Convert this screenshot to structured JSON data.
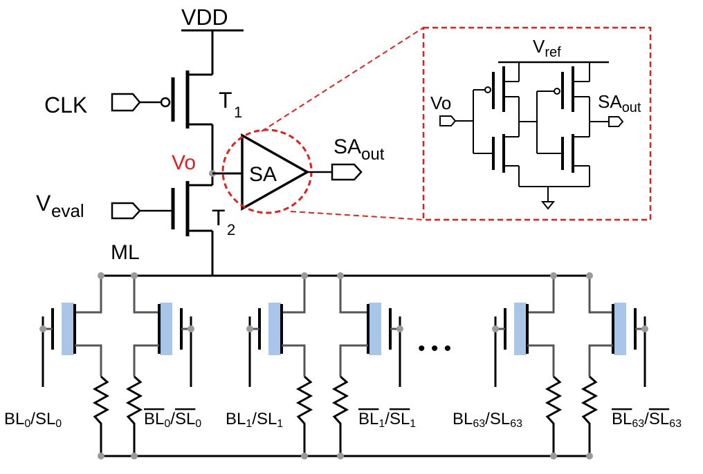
{
  "supply": {
    "vdd": "VDD"
  },
  "inputs": {
    "clk": "CLK",
    "veval": {
      "main": "V",
      "sub": "eval"
    }
  },
  "transistors": {
    "t1": {
      "main": "T",
      "sub": "1"
    },
    "t2": {
      "main": "T",
      "sub": "2"
    }
  },
  "nodes": {
    "vo": "Vo",
    "ml": "ML"
  },
  "sense_amp": {
    "label": "SA",
    "output": {
      "main": "SA",
      "sub": "out"
    }
  },
  "inset": {
    "vref": {
      "main": "V",
      "sub": "ref"
    },
    "vo": "Vo",
    "output": {
      "main": "SA",
      "sub": "out"
    }
  },
  "cells": [
    {
      "bl": "BL",
      "bl_sub": "0",
      "sl": "SL",
      "sl_sub": "0",
      "bar": false
    },
    {
      "bl": "BL",
      "bl_sub": "0",
      "sl": "SL",
      "sl_sub": "0",
      "bar": true
    },
    {
      "bl": "BL",
      "bl_sub": "1",
      "sl": "SL",
      "sl_sub": "1",
      "bar": false
    },
    {
      "bl": "BL",
      "bl_sub": "1",
      "sl": "SL",
      "sl_sub": "1",
      "bar": true
    },
    {
      "bl": "BL",
      "bl_sub": "63",
      "sl": "SL",
      "sl_sub": "63",
      "bar": false
    },
    {
      "bl": "BL",
      "bl_sub": "63",
      "sl": "SL",
      "sl_sub": "63",
      "bar": true
    }
  ],
  "ellipsis": "• • •",
  "colors": {
    "accent_red": "#e02020",
    "fefet_blue": "#a9c6e8",
    "wire_gray": "#555555",
    "node_gray": "#9a9a9a"
  }
}
